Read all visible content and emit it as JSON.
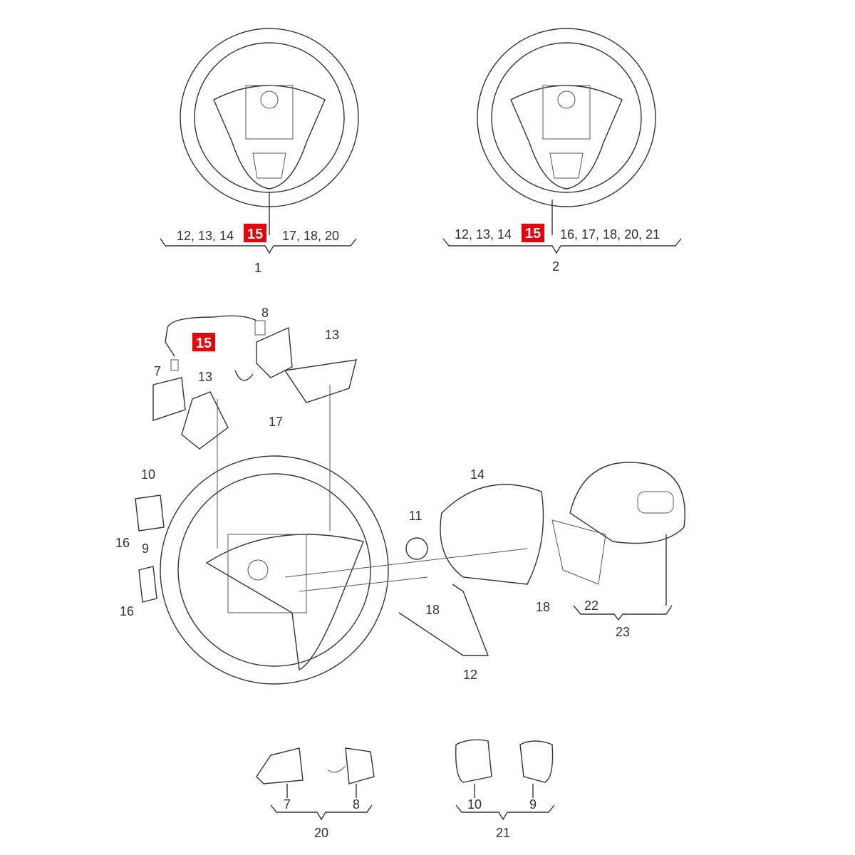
{
  "assembly_1": {
    "left": "12, 13, 14",
    "highlight": "15",
    "right": "17, 18, 20",
    "number": "1"
  },
  "assembly_2": {
    "left": "12, 13, 14",
    "highlight": "15",
    "right": "16, 17, 18, 20, 21",
    "number": "2"
  },
  "exploded": {
    "cable_highlight": "15",
    "callouts": {
      "p8": "8",
      "p13a": "13",
      "p7": "7",
      "p13b": "13",
      "p17": "17",
      "p10": "10",
      "p16a": "16",
      "p9": "9",
      "p16b": "16",
      "p11": "11",
      "p14": "14",
      "p18a": "18",
      "p18b": "18",
      "p22": "22",
      "p23": "23",
      "p12": "12"
    }
  },
  "group_20": {
    "a": "7",
    "b": "8",
    "number": "20"
  },
  "group_21": {
    "a": "10",
    "b": "9",
    "number": "21"
  },
  "colors": {
    "highlight": "#e8000b",
    "line": "#333333"
  }
}
